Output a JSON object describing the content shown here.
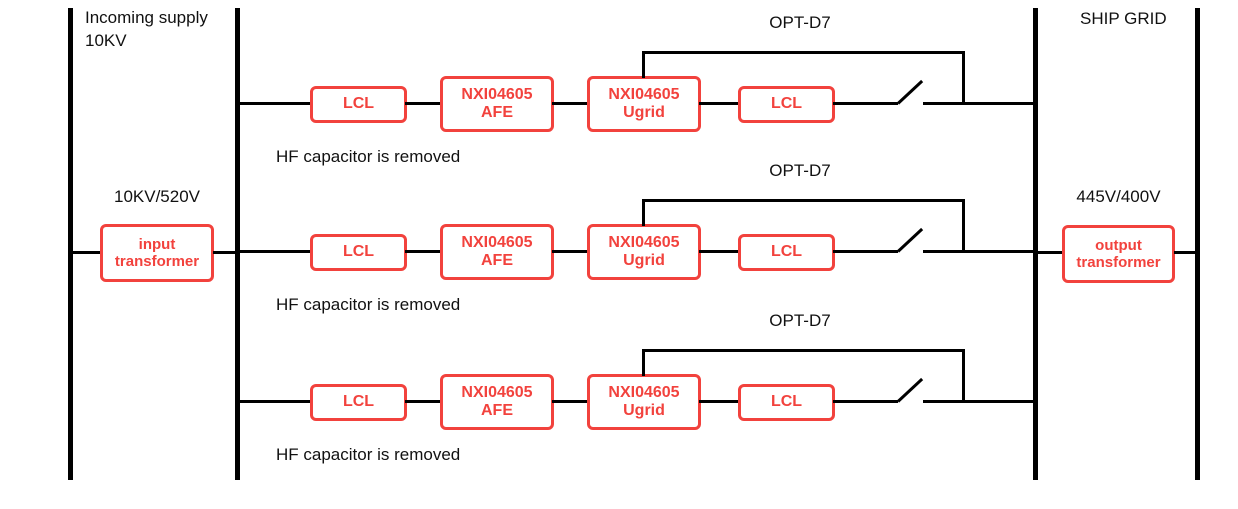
{
  "diagram": {
    "incoming_supply_line1": "Incoming supply",
    "incoming_supply_line2": "10KV",
    "input_ratio": "10KV/520V",
    "input_transformer_line1": "input",
    "input_transformer_line2": "transformer",
    "output_ratio": "445V/400V",
    "output_transformer_line1": "output",
    "output_transformer_line2": "transformer",
    "ship_grid": "SHIP GRID"
  },
  "branches": [
    {
      "lcl_in": "LCL",
      "afe_line1": "NXI04605",
      "afe_line2": "AFE",
      "ugrid_line1": "NXI04605",
      "ugrid_line2": "Ugrid",
      "lcl_out": "LCL",
      "opt_label": "OPT-D7",
      "note": "HF capacitor is removed"
    },
    {
      "lcl_in": "LCL",
      "afe_line1": "NXI04605",
      "afe_line2": "AFE",
      "ugrid_line1": "NXI04605",
      "ugrid_line2": "Ugrid",
      "lcl_out": "LCL",
      "opt_label": "OPT-D7",
      "note": "HF capacitor is removed"
    },
    {
      "lcl_in": "LCL",
      "afe_line1": "NXI04605",
      "afe_line2": "AFE",
      "ugrid_line1": "NXI04605",
      "ugrid_line2": "Ugrid",
      "lcl_out": "LCL",
      "opt_label": "OPT-D7",
      "note": "HF capacitor is removed"
    }
  ],
  "colors": {
    "accent_red": "#f2423d",
    "wire_black": "#000000"
  }
}
